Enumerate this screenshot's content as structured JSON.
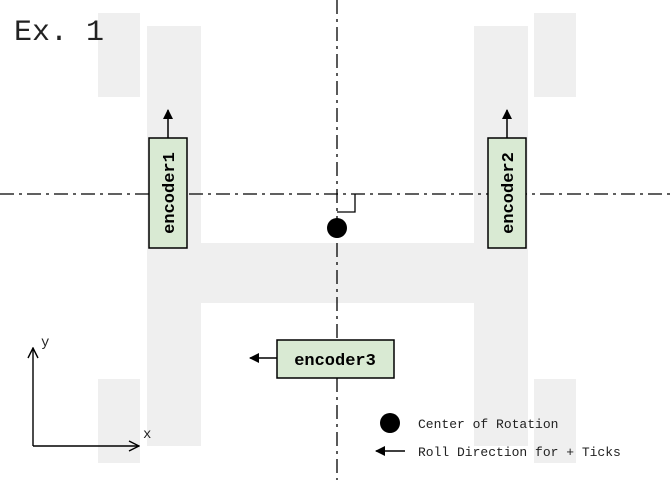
{
  "title": "Ex. 1",
  "encoders": {
    "encoder1": {
      "label": "encoder1"
    },
    "encoder2": {
      "label": "encoder2"
    },
    "encoder3": {
      "label": "encoder3"
    }
  },
  "axes": {
    "x_label": "x",
    "y_label": "y"
  },
  "legend": {
    "center_label": "Center of Rotation",
    "roll_label": "Roll Direction for + Ticks"
  },
  "colors": {
    "encoder_fill": "#d9ead3",
    "chassis_fill": "#efefef",
    "line": "#000000"
  }
}
